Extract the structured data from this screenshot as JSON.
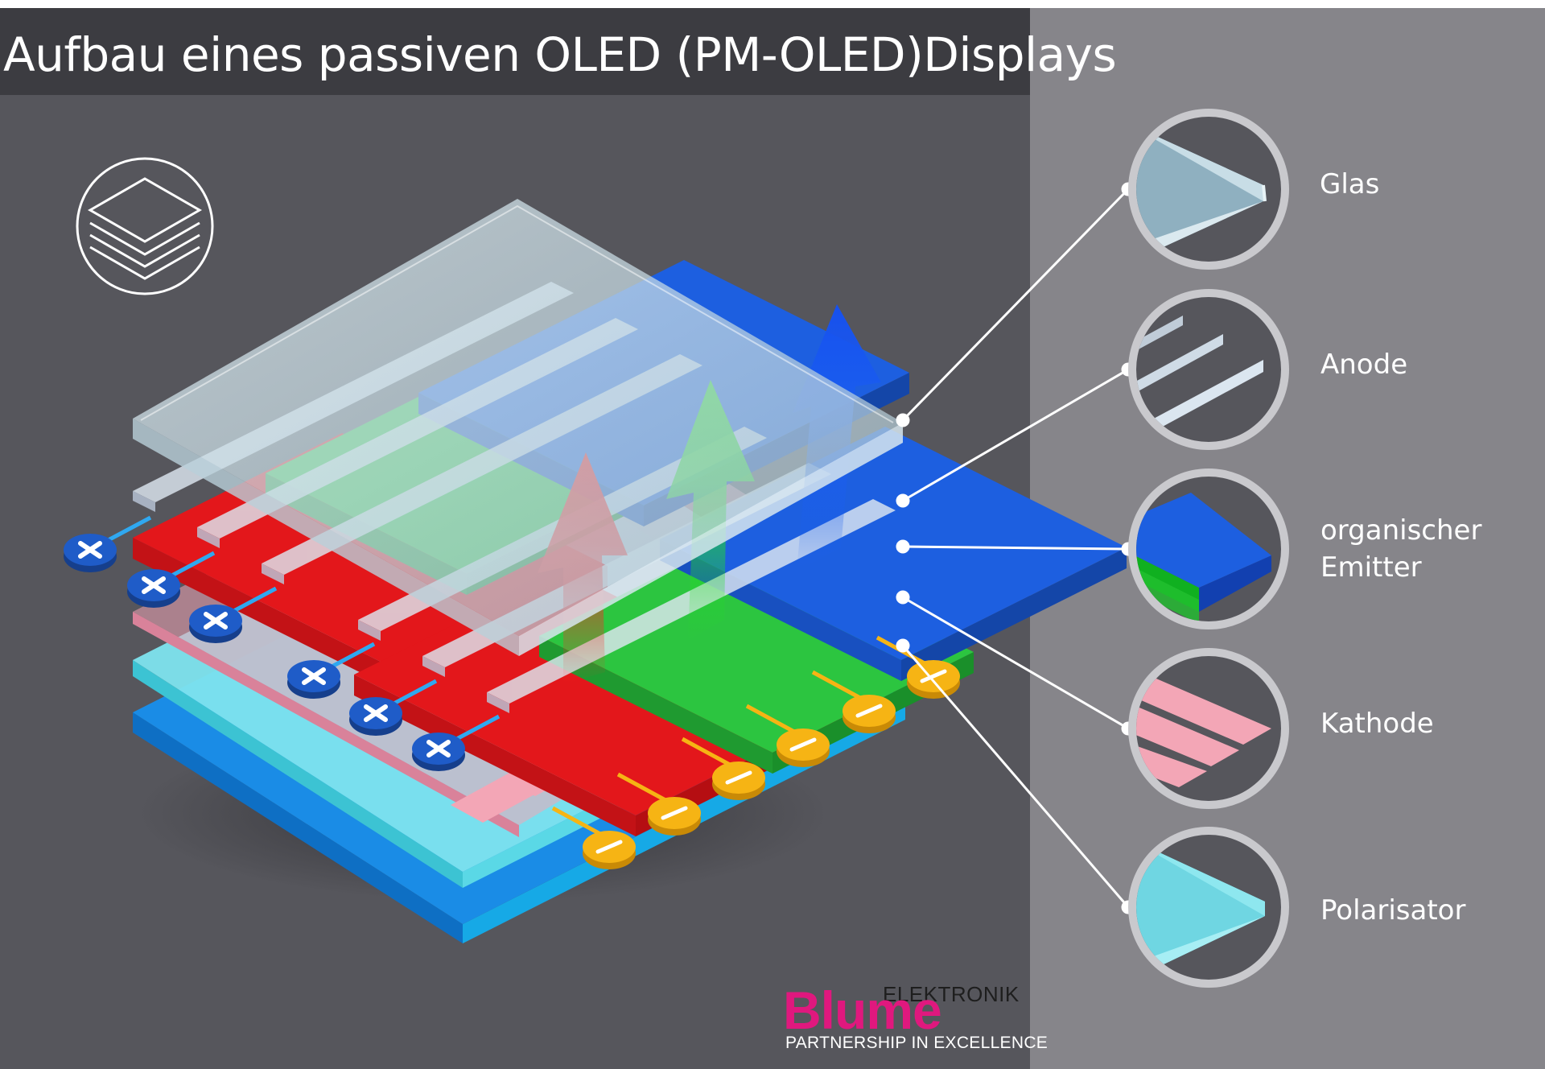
{
  "title": "Aufbau eines passiven OLED (PM-OLED)Displays",
  "layers": [
    {
      "label": "Glas"
    },
    {
      "label": "Anode"
    },
    {
      "label_lines": [
        "organischer",
        "Emitter"
      ]
    },
    {
      "label": "Kathode"
    },
    {
      "label": "Polarisator"
    }
  ],
  "brand": {
    "name": "Blume",
    "sub": "ELEKTRONIK",
    "tagline": "PARTNERSHIP IN EXCELLENCE"
  },
  "colors": {
    "background_left": "#56565c",
    "background_right": "#86858a",
    "title_bar": "#3c3c41",
    "glass": "#c8dde6",
    "anode": "#dde6f0",
    "emitter_red": "#e3171b",
    "emitter_green": "#2cc540",
    "emitter_blue": "#1d5fe0",
    "cathode": "#f3a6b6",
    "polarizer": "#6fe0ea",
    "substrate": "#1a8ce6",
    "anode_terminal": "#1f5cc8",
    "cathode_terminal": "#f6b414",
    "brand": "#e0187e"
  },
  "icons": {
    "layers": "layers-icon",
    "anode_terminal": "plus-cross-icon",
    "cathode_terminal": "minus-icon"
  }
}
